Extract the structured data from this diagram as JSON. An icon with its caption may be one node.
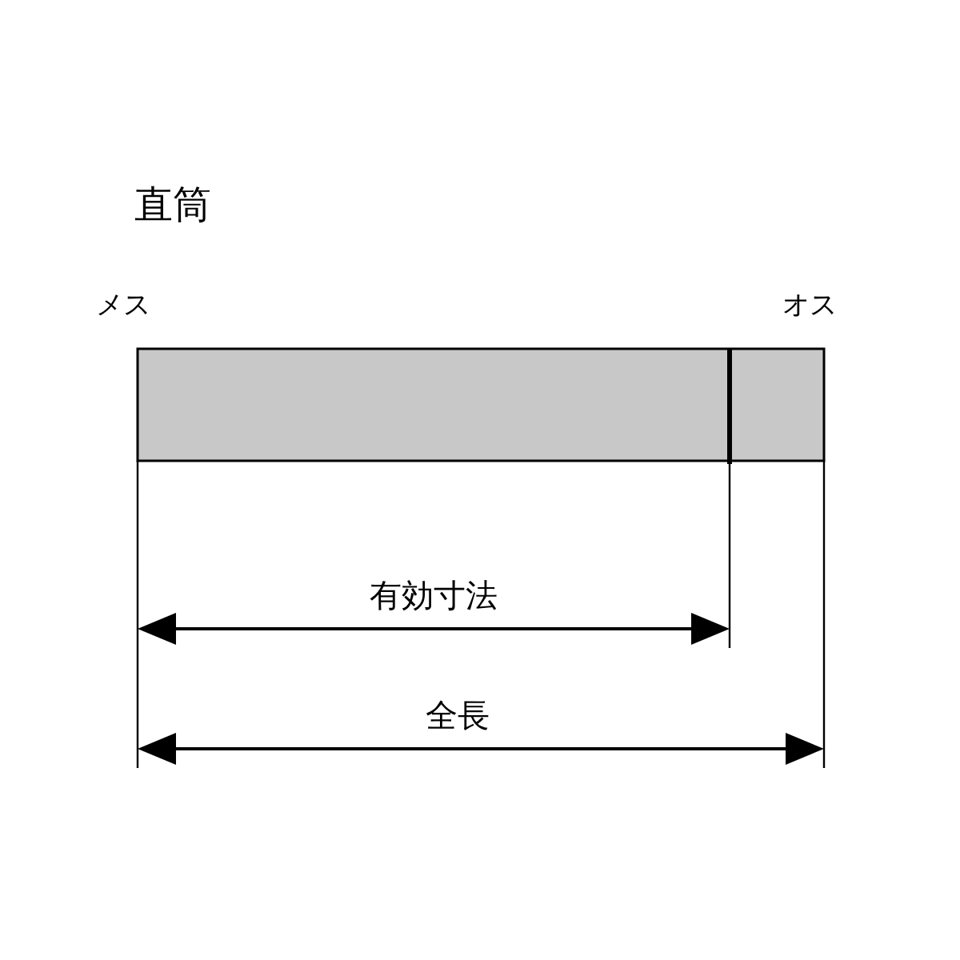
{
  "diagram": {
    "title": "直筒",
    "labels": [
      "メス",
      "オス",
      "有効寸法",
      "全長"
    ]
  }
}
